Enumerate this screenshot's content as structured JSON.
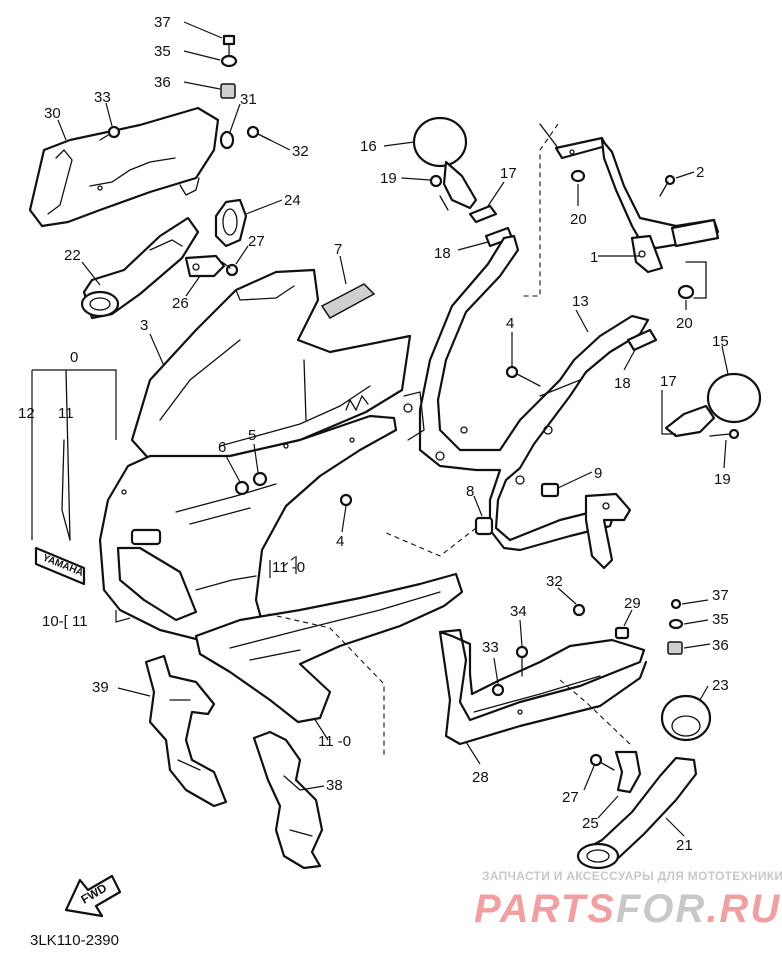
{
  "diagram_code": "3LK110-2390",
  "watermark": {
    "line1": "ЗАПЧАСТИ И АКСЕССУАРЫ ДЛЯ МОТОТЕХНИКИ",
    "brand_a": "PARTS",
    "brand_b": "FOR",
    "brand_c": ".RU",
    "color_red": "#f0a0a0",
    "color_grey": "#c8c8c8"
  },
  "fwd_label": "FWD",
  "brand_decal": "YAMAHA",
  "callouts": {
    "c37a": "37",
    "c35a": "35",
    "c36a": "36",
    "c33a": "33",
    "c30": "30",
    "c31": "31",
    "c32a": "32",
    "c16": "16",
    "c19a": "19",
    "c17a": "17",
    "c18a": "18",
    "c2": "2",
    "c20a": "20",
    "c1": "1",
    "c20b": "20",
    "c24": "24",
    "c27a": "27",
    "c22": "22",
    "c26": "26",
    "c7": "7",
    "c3": "3",
    "c0": "0",
    "c12": "12",
    "c11": "11",
    "c6": "6",
    "c5": "5",
    "c4a": "4",
    "c4b": "4",
    "c13": "13",
    "c18b": "18",
    "c15": "15",
    "c17b": "17",
    "c19b": "19",
    "c9": "9",
    "c8": "8",
    "c10": "10",
    "c32b": "32",
    "c34": "34",
    "c29": "29",
    "c37b": "37",
    "c35b": "35",
    "c36b": "36",
    "c23": "23",
    "c33b": "33",
    "c39": "39",
    "c38": "38",
    "c28": "28",
    "c27b": "27",
    "c25": "25",
    "c21": "21"
  },
  "bracket_labels": {
    "b11_0": "11 -0",
    "b10_11": "10-[ 11",
    "b11_0b": "11 -0"
  }
}
